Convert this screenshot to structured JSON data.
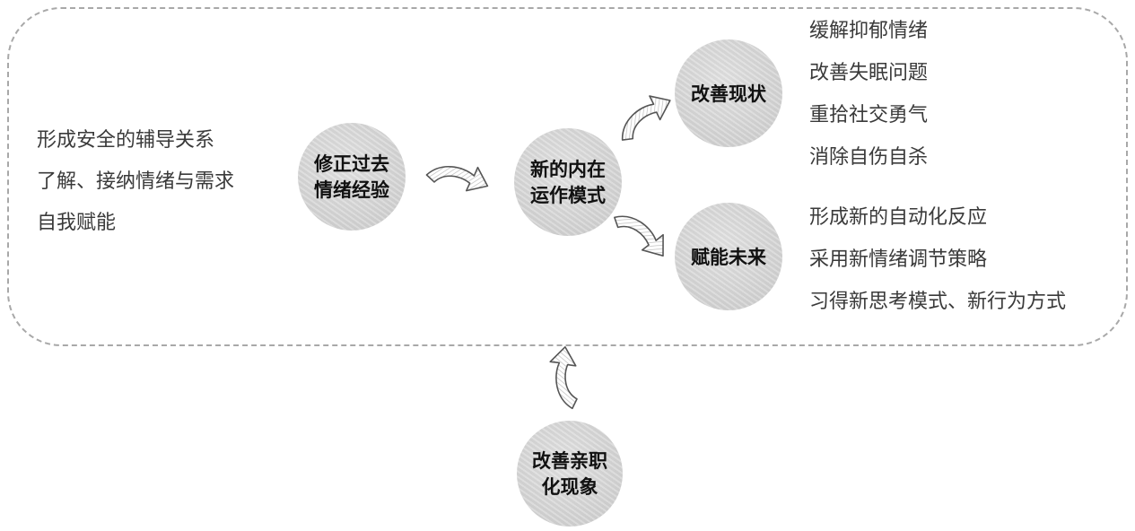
{
  "left_items": [
    "形成安全的辅导关系",
    "了解、接纳情绪与需求",
    "自我赋能"
  ],
  "nodes": {
    "correct_past": [
      "修正过去",
      "情绪经验"
    ],
    "new_model": [
      "新的内在",
      "运作模式"
    ],
    "improve_present": "改善现状",
    "empower_future": "赋能未来",
    "parentification": [
      "改善亲职",
      "化现象"
    ]
  },
  "present_items": [
    "缓解抑郁情绪",
    "改善失眠问题",
    "重拾社交勇气",
    "消除自伤自杀"
  ],
  "future_items": [
    "形成新的自动化反应",
    "采用新情绪调节策略",
    "习得新思考模式、新行为方式"
  ]
}
